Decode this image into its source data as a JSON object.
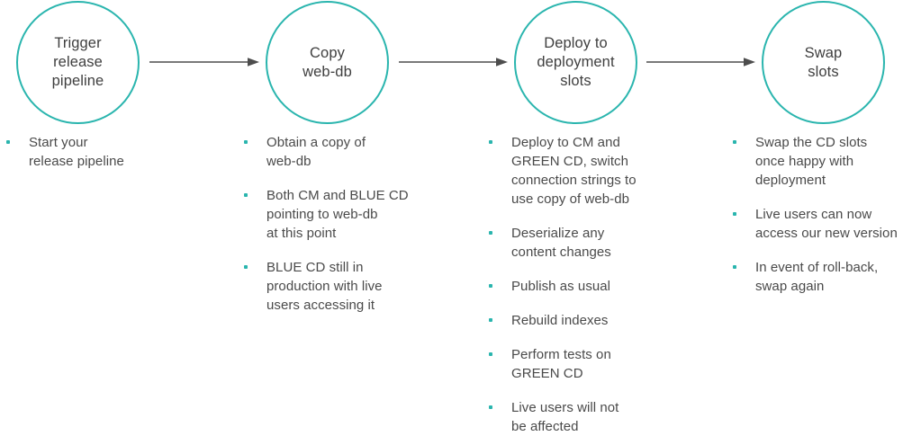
{
  "theme": {
    "accent": "#2ab5ae",
    "text": "#4a4a4a",
    "node_text": "#3f3f3f",
    "arrow": "#4d4d4d",
    "background": "#ffffff"
  },
  "diagram": {
    "type": "process-flow",
    "title": "",
    "nodes": [
      {
        "id": "node-1",
        "label": "Trigger\nrelease\npipeline"
      },
      {
        "id": "node-2",
        "label": "Copy\nweb-db"
      },
      {
        "id": "node-3",
        "label": "Deploy to\ndeployment\nslots"
      },
      {
        "id": "node-4",
        "label": "Swap\nslots"
      }
    ],
    "connectors": [
      {
        "id": "arrow-1",
        "from": "node-1",
        "to": "node-2",
        "style": "solid-arrow-right"
      },
      {
        "id": "arrow-2",
        "from": "node-2",
        "to": "node-3",
        "style": "solid-arrow-right"
      },
      {
        "id": "arrow-3",
        "from": "node-3",
        "to": "node-4",
        "style": "solid-arrow-right"
      }
    ],
    "columns": [
      {
        "id": "column-1",
        "for_node": "node-1",
        "bullets": [
          "Start your\nrelease pipeline"
        ]
      },
      {
        "id": "column-2",
        "for_node": "node-2",
        "bullets": [
          "Obtain a copy of\nweb-db",
          "Both CM and BLUE CD\npointing to web-db\nat this point",
          "BLUE CD still in\nproduction with live\nusers accessing it"
        ]
      },
      {
        "id": "column-3",
        "for_node": "node-3",
        "bullets": [
          "Deploy to CM and\nGREEN CD, switch\nconnection strings to\nuse copy of web-db",
          "Deserialize any\ncontent changes",
          "Publish as usual",
          "Rebuild indexes",
          "Perform tests on\nGREEN CD",
          "Live users will not\nbe affected"
        ]
      },
      {
        "id": "column-4",
        "for_node": "node-4",
        "bullets": [
          "Swap the CD slots\nonce happy with\ndeployment",
          "Live users can now\naccess our new version",
          "In event of roll-back,\nswap again"
        ]
      }
    ]
  }
}
